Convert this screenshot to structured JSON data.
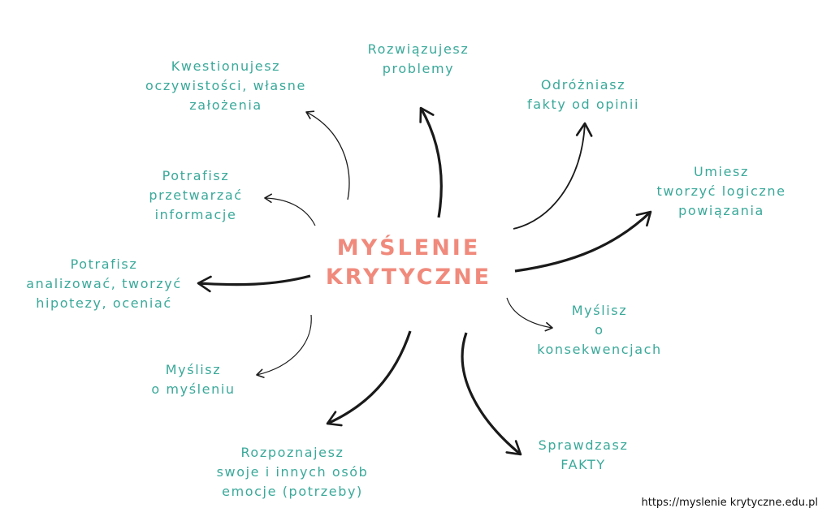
{
  "center": {
    "line1": "MYŚLENIE",
    "line2": "KRYTYCZNE"
  },
  "nodes": {
    "kwestionujesz": [
      "Kwestionujesz",
      "oczywistości, własne",
      "założenia"
    ],
    "rozwiazujesz": [
      "Rozwiązujesz",
      "problemy"
    ],
    "odrozniasz": [
      "Odróżniasz",
      "fakty od opinii"
    ],
    "umiesz": [
      "Umiesz",
      "tworzyć  logiczne",
      "powiązania"
    ],
    "przetwarzac": [
      "Potrafisz",
      "przetwarzać",
      "informacje"
    ],
    "analizowac": [
      "Potrafisz",
      "analizować, tworzyć",
      "hipotezy, oceniać"
    ],
    "konsekwencje": [
      "Myślisz",
      "o",
      "konsekwencjach"
    ],
    "mysleniu": [
      "Myślisz",
      "o myśleniu"
    ],
    "emocje": [
      "Rozpoznajesz",
      "swoje i innych osób",
      "emocje (potrzeby)"
    ],
    "fakty": [
      "Sprawdzasz",
      "FAKTY"
    ]
  },
  "source": "https://myslenie krytyczne.edu.pl",
  "colors": {
    "node_text": "#3aa99a",
    "center_text": "#f08a7c",
    "arrow": "#1a1a1a"
  }
}
